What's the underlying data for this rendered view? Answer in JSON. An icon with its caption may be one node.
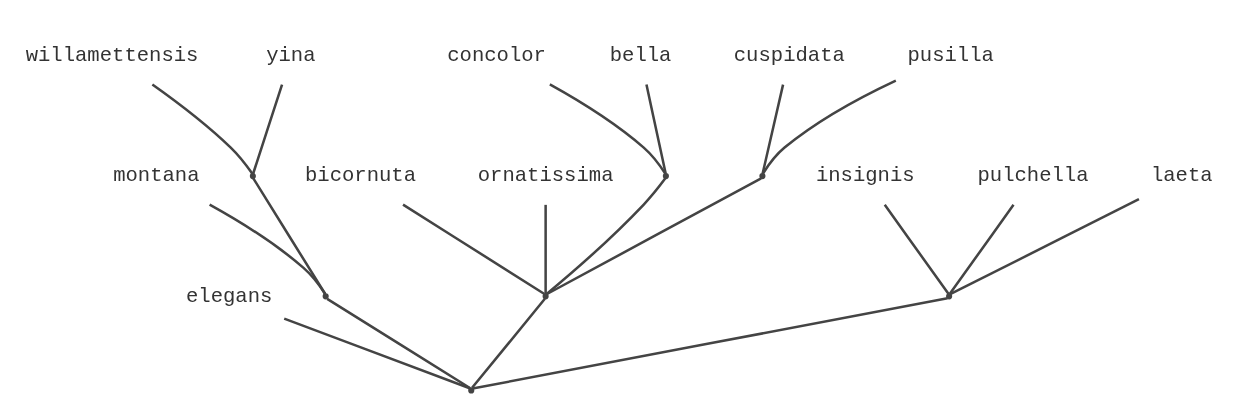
{
  "diagram": {
    "nodes": [
      {
        "text": [
          "willamettensis"
        ]
      },
      {
        "text": [
          "yina"
        ]
      },
      {
        "text": [
          "bicornuta"
        ]
      },
      {
        "text": [
          "montana"
        ]
      },
      {
        "text": [
          "ornatissima"
        ]
      },
      {
        "text": [
          "elegans"
        ]
      },
      {
        "text": [
          "concolor"
        ]
      },
      {
        "text": [
          "bella"
        ]
      },
      {
        "text": [
          "insignis"
        ]
      },
      {
        "text": [
          "pulchella"
        ]
      },
      {
        "text": [
          "cuspidata"
        ]
      },
      {
        "text": [
          "laeta"
        ]
      },
      {
        "text": [
          "pusilla"
        ]
      },
      {
        "text": [],
        "shape": "point"
      },
      {
        "text": [],
        "shape": "point"
      },
      {
        "text": [],
        "shape": "point"
      },
      {
        "text": [],
        "shape": "point"
      },
      {
        "text": [],
        "shape": "point"
      },
      {
        "text": [],
        "shape": "point"
      },
      {
        "text": [],
        "shape": "point"
      }
    ],
    "edges": [
      {
        "from": 13,
        "to": 0,
        "arrow": "none"
      },
      {
        "from": 13,
        "to": 1,
        "arrow": "none"
      },
      {
        "from": 14,
        "to": 13,
        "arrow": "none"
      },
      {
        "from": 14,
        "to": 3,
        "arrow": "none"
      },
      {
        "from": 19,
        "to": 14,
        "arrow": "none"
      },
      {
        "from": 19,
        "to": 5,
        "arrow": "none"
      },
      {
        "from": 19,
        "to": 18,
        "arrow": "none"
      },
      {
        "from": 18,
        "to": 8,
        "arrow": "none"
      },
      {
        "from": 18,
        "to": 9,
        "arrow": "none"
      },
      {
        "from": 18,
        "to": 11,
        "arrow": "none"
      },
      {
        "from": 19,
        "to": 16,
        "arrow": "none"
      },
      {
        "from": 16,
        "to": 2,
        "arrow": "none"
      },
      {
        "from": 16,
        "to": 4,
        "arrow": "none"
      },
      {
        "from": 16,
        "to": 15,
        "arrow": "none"
      },
      {
        "from": 15,
        "to": 6,
        "arrow": "none"
      },
      {
        "from": 15,
        "to": 7,
        "arrow": "none"
      },
      {
        "from": 16,
        "to": 17,
        "arrow": "none"
      },
      {
        "from": 17,
        "to": 10,
        "arrow": "none"
      },
      {
        "from": 17,
        "to": 12,
        "arrow": "none"
      }
    ]
  }
}
